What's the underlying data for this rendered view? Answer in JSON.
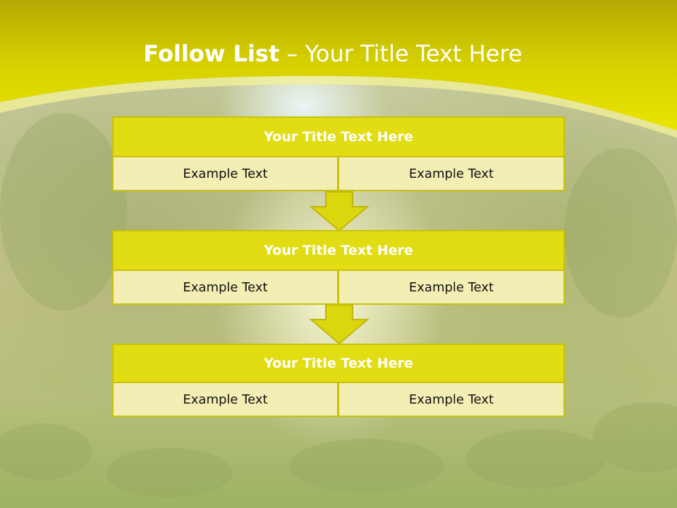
{
  "slide": {
    "title_bold": "Follow List",
    "title_rest": " – Your Title Text Here"
  },
  "blocks": [
    {
      "title": "Your Title Text Here",
      "left": "Example Text",
      "right": "Example Text"
    },
    {
      "title": "Your Title Text Here",
      "left": "Example Text",
      "right": "Example Text"
    },
    {
      "title": "Your Title Text Here",
      "left": "Example Text",
      "right": "Example Text"
    }
  ],
  "colors": {
    "header_yellow": "#e5e000",
    "block_title_fill": "#e2dc12",
    "cell_fill": "#f2eeb4",
    "border": "#c8c20a",
    "arrow_fill": "#dcd60e"
  },
  "icons": [
    "down-arrow-icon",
    "down-arrow-icon"
  ]
}
